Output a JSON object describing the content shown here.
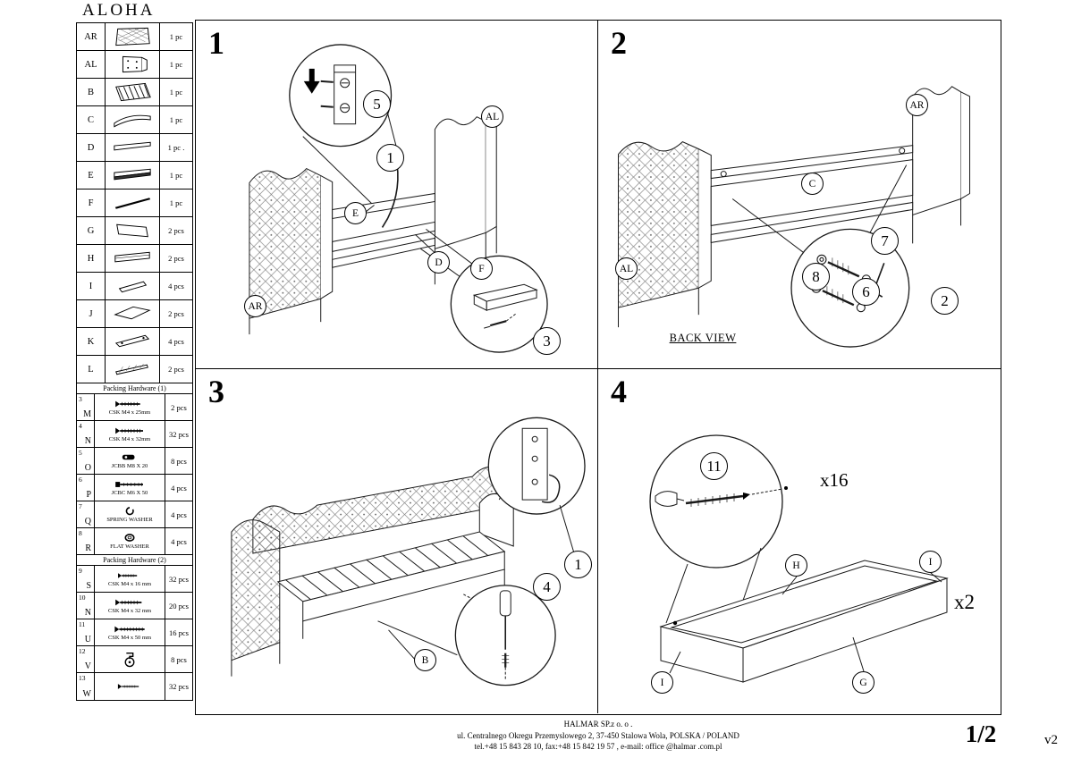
{
  "title": "ALOHA",
  "page_number": "1/2",
  "version": "v2",
  "footer": {
    "company": "HALMAR SP.z o. o .",
    "address": "ul. Centralnego Okregu Przemyslowego 2, 37-450 Stalowa Wola, POLSKA / POLAND",
    "contact": "tel.+48 15 843 28 10, fax:+48 15 842 19 57 , e-mail: office @halmar .com.pl"
  },
  "parts": [
    {
      "label": "AR",
      "qty": "1 pc"
    },
    {
      "label": "AL",
      "qty": "1 pc"
    },
    {
      "label": "B",
      "qty": "1 pc"
    },
    {
      "label": "C",
      "qty": "1 pc"
    },
    {
      "label": "D",
      "qty": "1 pc ."
    },
    {
      "label": "E",
      "qty": "1 pc"
    },
    {
      "label": "F",
      "qty": "1 pc"
    },
    {
      "label": "G",
      "qty": "2 pcs"
    },
    {
      "label": "H",
      "qty": "2 pcs"
    },
    {
      "label": "I",
      "qty": "4 pcs"
    },
    {
      "label": "J",
      "qty": "2 pcs"
    },
    {
      "label": "K",
      "qty": "4 pcs"
    },
    {
      "label": "L",
      "qty": "2 pcs"
    }
  ],
  "hardware1": {
    "header": "Packing Hardware (1)",
    "items": [
      {
        "num": "3",
        "letter": "M",
        "desc": "CSK M4 x 25mm",
        "qty": "2 pcs"
      },
      {
        "num": "4",
        "letter": "N",
        "desc": "CSK M4 x 32mm",
        "qty": "32 pcs"
      },
      {
        "num": "5",
        "letter": "O",
        "desc": "JCBB M8 X 20",
        "qty": "8 pcs"
      },
      {
        "num": "6",
        "letter": "P",
        "desc": "JCBC M6 X 50",
        "qty": "4 pcs"
      },
      {
        "num": "7",
        "letter": "Q",
        "desc": "SPRING WASHER",
        "qty": "4 pcs"
      },
      {
        "num": "8",
        "letter": "R",
        "desc": "FLAT WASHER",
        "qty": "4 pcs"
      }
    ]
  },
  "hardware2": {
    "header": "Packing Hardware (2)",
    "items": [
      {
        "num": "9",
        "letter": "S",
        "desc": "CSK M4 x 16 mm",
        "qty": "32 pcs"
      },
      {
        "num": "10",
        "letter": "N",
        "desc": "CSK M4 x 32 mm",
        "qty": "20 pcs"
      },
      {
        "num": "11",
        "letter": "U",
        "desc": "CSK M4 x 50 mm",
        "qty": "16 pcs"
      },
      {
        "num": "12",
        "letter": "V",
        "desc": "",
        "qty": "8 pcs"
      },
      {
        "num": "13",
        "letter": "W",
        "desc": "",
        "qty": "32 pcs"
      }
    ]
  },
  "panels": {
    "p1": {
      "number": "1",
      "labels": {
        "al": "AL",
        "ar": "AR",
        "e": "E",
        "d": "D",
        "f": "F"
      },
      "callouts": {
        "c5": "5",
        "c1": "1",
        "c3": "3"
      }
    },
    "p2": {
      "number": "2",
      "note": "BACK VIEW",
      "labels": {
        "ar": "AR",
        "al": "AL",
        "c": "C"
      },
      "callouts": {
        "c7": "7",
        "c8": "8",
        "c6": "6",
        "c2": "2"
      }
    },
    "p3": {
      "number": "3",
      "labels": {
        "b": "B"
      },
      "callouts": {
        "c1": "1",
        "c4": "4"
      }
    },
    "p4": {
      "number": "4",
      "labels": {
        "h": "H",
        "i1": "I",
        "g": "G",
        "i2": "I"
      },
      "callouts": {
        "c11": "11"
      },
      "multipliers": {
        "screws": "x16",
        "boxes": "x2"
      }
    }
  }
}
